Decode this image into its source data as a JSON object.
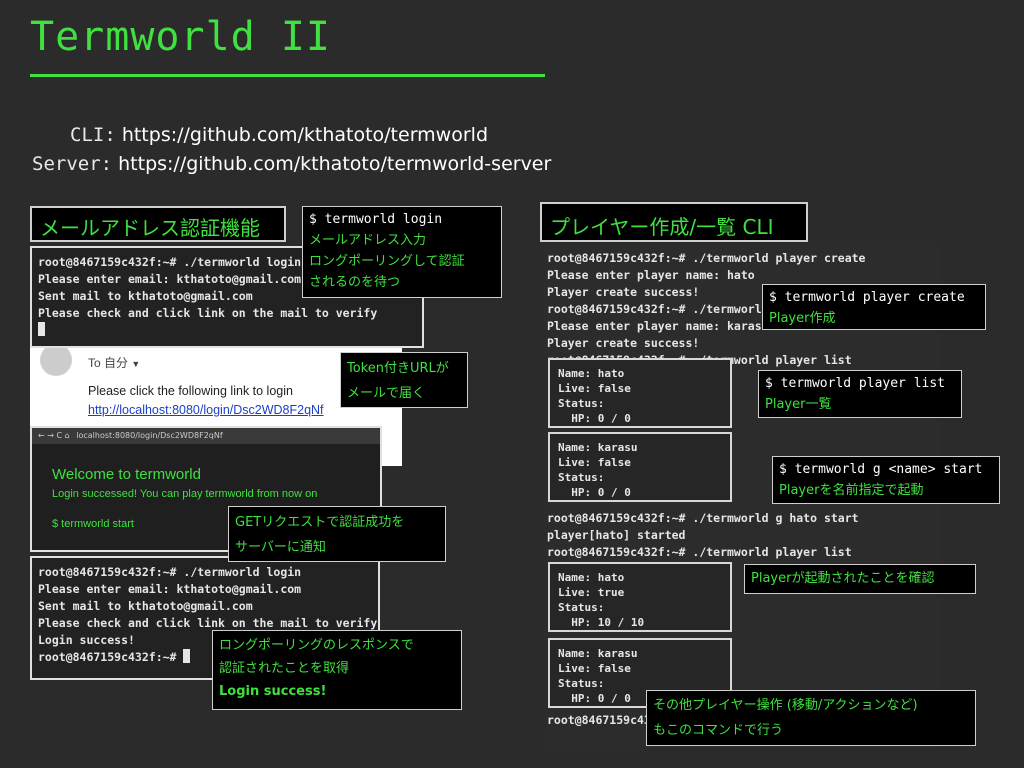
{
  "title": "Termworld II",
  "links": [
    {
      "label": "CLI:",
      "url": "https://github.com/kthatoto/termworld"
    },
    {
      "label": "Server:",
      "url": "https://github.com/kthatoto/termworld-server"
    }
  ],
  "left_heading": "メールアドレス認証機能",
  "right_heading": "プレイヤー作成/一覧 CLI",
  "term1_lines": [
    "root@8467159c432f:~# ./termworld login",
    "Please enter email: kthatoto@gmail.com",
    "Sent mail to kthatoto@gmail.com",
    "Please check and click link on the mail to verify"
  ],
  "email": {
    "to_label": "To 自分",
    "body": "Please click the following link to login",
    "link": "http://localhost:8080/login/Dsc2WD8F2qNf"
  },
  "browser": {
    "address": "localhost:8080/login/Dsc2WD8F2qNf",
    "welcome": "Welcome to termworld",
    "success": "Login successed! You can play termworld from now on",
    "cmd": "$ termworld start"
  },
  "term2_lines": [
    "root@8467159c432f:~# ./termworld login",
    "Please enter email: kthatoto@gmail.com",
    "Sent mail to kthatoto@gmail.com",
    "Please check and click link on the mail to verify",
    "Login success!",
    "root@8467159c432f:~#"
  ],
  "notes": {
    "login": {
      "cmd": "$ termworld login",
      "l1": "メールアドレス入力",
      "l2": "ロングポーリングして認証",
      "l3": "されるのを待つ"
    },
    "token": {
      "l1": "Token付きURLが",
      "l2": "メールで届く"
    },
    "get": {
      "l1": "GETリクエストで認証成功を",
      "l2": "サーバーに通知"
    },
    "poll": {
      "l1": "ロングポーリングのレスポンスで",
      "l2": "認証されたことを取得",
      "l3": "Login success!"
    },
    "create": {
      "cmd": "$ termworld player create",
      "l1": "Player作成"
    },
    "list": {
      "cmd": "$ termworld player list",
      "l1": "Player一覧"
    },
    "start": {
      "cmd": "$ termworld g <name> start",
      "l1": "Playerを名前指定で起動"
    },
    "confirm": {
      "l1": "Playerが起動されたことを確認"
    },
    "other": {
      "l1": "その他プレイヤー操作 (移動/アクションなど)",
      "l2": "もこのコマンドで行う"
    }
  },
  "rterm_top": [
    "root@8467159c432f:~# ./termworld player create",
    "Please enter player name: hato",
    "Player create success!",
    "root@8467159c432f:~# ./termworld player create",
    "Please enter player name: karasu",
    "Player create success!",
    "root@8467159c432f:~# ./termworld player list"
  ],
  "rterm_mid": [
    "root@8467159c432f:~# ./termworld g hato start",
    "player[hato] started",
    "root@8467159c432f:~# ./termworld player list"
  ],
  "rterm_last": "root@8467159c432",
  "cards": {
    "c1": [
      "Name: hato",
      "Live: false",
      "Status:",
      "  HP: 0 / 0"
    ],
    "c2": [
      "Name: karasu",
      "Live: false",
      "Status:",
      "  HP: 0 / 0"
    ],
    "c3": [
      "Name: hato",
      "Live: true",
      "Status:",
      "  HP: 10 / 10"
    ],
    "c4": [
      "Name: karasu",
      "Live: false",
      "Status:",
      "  HP: 0 / 0"
    ]
  }
}
